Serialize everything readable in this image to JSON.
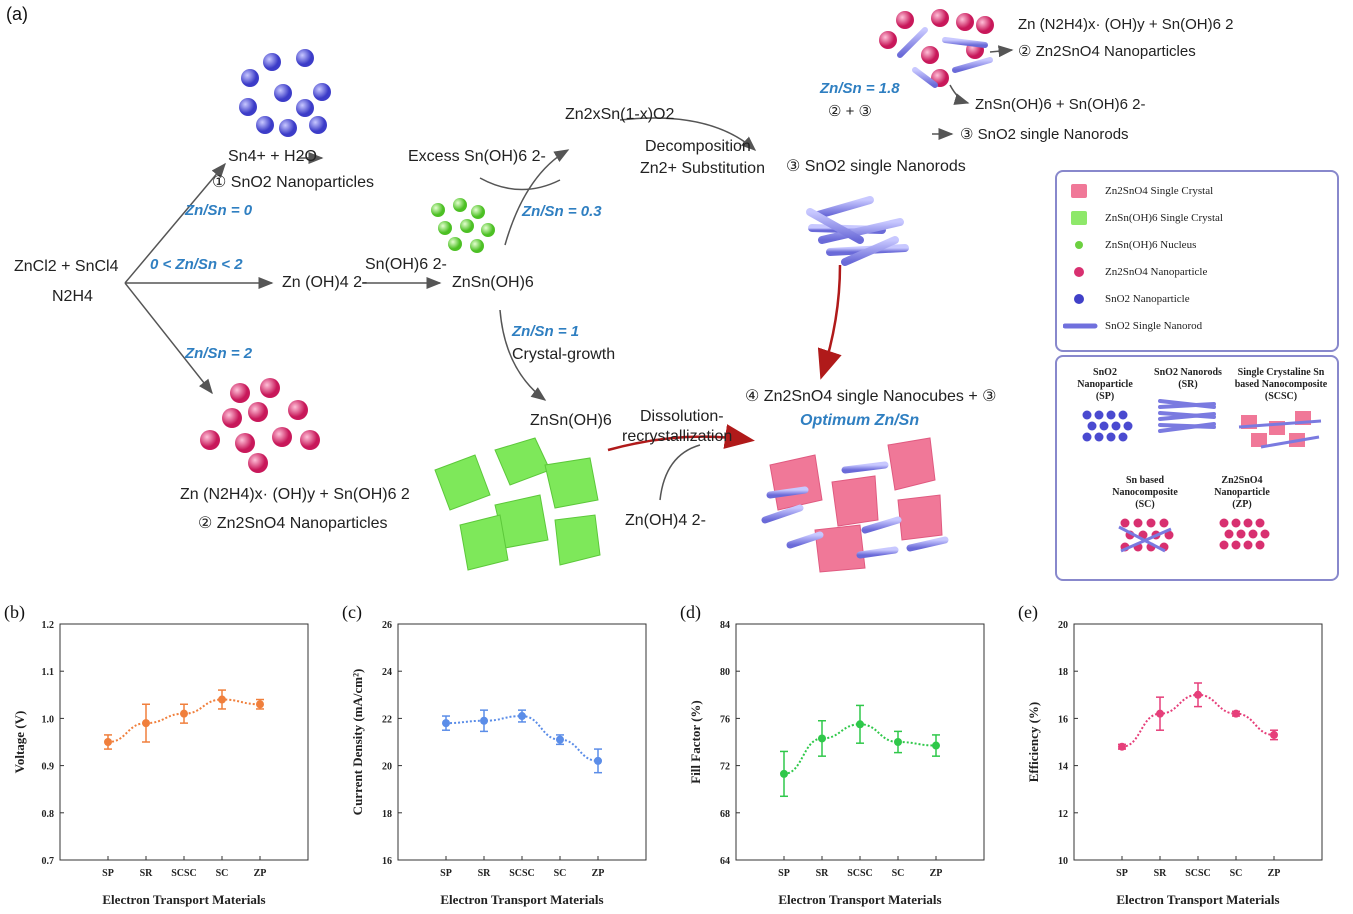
{
  "panel_a": {
    "letter": "(a)",
    "reactants_1": "ZnCl2 + SnCl4",
    "reactants_2": "N2H4",
    "cond_0": "Zn/Sn = 0",
    "cond_mid": "0 < Zn/Sn < 2",
    "cond_2": "Zn/Sn = 2",
    "cond_03": "Zn/Sn = 0.3",
    "cond_1": "Zn/Sn = 1",
    "cond_18": "Zn/Sn = 1.8",
    "sno2_np_eq": "Sn4+ + H2O",
    "sno2_np_label": "① SnO2 Nanoparticles",
    "zn_oh4": "Zn (OH)4 2-",
    "sn_oh6_arrow": "Sn(OH)6 2-",
    "znsnoh6": "ZnSn(OH)6",
    "excess": "Excess Sn(OH)6 2-",
    "zn2x": "Zn2xSn(1-x)O2",
    "decomp_1": "Decomposition",
    "decomp_2": "Zn2+ Substitution",
    "sno2_rods": "③ SnO2 single Nanorods",
    "crystal_growth": "Crystal-growth",
    "znsnoh6_b": "ZnSn(OH)6",
    "dissol_1": "Dissolution-",
    "dissol_2": "recrystallization",
    "zn_oh4_b": "Zn(OH)4 2-",
    "zn_n2h4_left": "Zn (N2H4)x· (OH)y + Sn(OH)6 2",
    "zn2sno4_np_left": "② Zn2SnO4 Nanoparticles",
    "nanocubes": "④ Zn2SnO4 single Nanocubes + ③",
    "optimum": "Optimum Zn/Sn",
    "top_right_1": "Zn (N2H4)x· (OH)y + Sn(OH)6 2",
    "top_right_2": "② Zn2SnO4 Nanoparticles",
    "two_three": "② + ③",
    "znsnoh6_sn": "ZnSn(OH)6 + Sn(OH)6 2-",
    "three_rods": "③ SnO2 single Nanorods"
  },
  "legend": {
    "items": [
      {
        "label": "Zn2SnO4 Single Crystal",
        "icon": "pink-cube-icon"
      },
      {
        "label": "ZnSn(OH)6 Single Crystal",
        "icon": "green-cube-icon"
      },
      {
        "label": "ZnSn(OH)6 Nucleus",
        "icon": "green-dot-icon"
      },
      {
        "label": "Zn2SnO4 Nanoparticle",
        "icon": "pink-dot-icon"
      },
      {
        "label": "SnO2 Nanoparticle",
        "icon": "blue-dot-icon"
      },
      {
        "label": "SnO2 Single Nanorod",
        "icon": "blue-rod-icon"
      }
    ],
    "samples": [
      {
        "name": "SnO2 Nanoparticle",
        "abbr": "(SP)"
      },
      {
        "name": "SnO2 Nanorods",
        "abbr": "(SR)"
      },
      {
        "name": "Single Crystaline Sn based Nanocomposite",
        "abbr": "(SCSC)"
      },
      {
        "name": "Sn based Nanocomposite",
        "abbr": "(SC)"
      },
      {
        "name": "Zn2SnO4 Nanoparticle",
        "abbr": "(ZP)"
      }
    ]
  },
  "chart_data": [
    {
      "letter": "(b)",
      "type": "line",
      "color": "#f07f3c",
      "categories": [
        "SP",
        "SR",
        "SCSC",
        "SC",
        "ZP"
      ],
      "values": [
        0.95,
        0.99,
        1.01,
        1.04,
        1.03
      ],
      "errors": [
        0.015,
        0.04,
        0.02,
        0.02,
        0.01
      ],
      "xlabel": "Electron Transport Materials",
      "ylabel": "Voltage (V)",
      "ylim": [
        0.7,
        1.2
      ],
      "yticks": [
        "0.7",
        "0.8",
        "0.9",
        "1.0",
        "1.1",
        "1.2"
      ]
    },
    {
      "letter": "(c)",
      "type": "line",
      "color": "#5b8de8",
      "categories": [
        "SP",
        "SR",
        "SCSC",
        "SC",
        "ZP"
      ],
      "values": [
        21.8,
        21.9,
        22.1,
        21.1,
        20.2
      ],
      "errors": [
        0.3,
        0.45,
        0.25,
        0.2,
        0.5
      ],
      "xlabel": "Electron Transport Materials",
      "ylabel": "Current Density (mA/cm²)",
      "ylim": [
        16,
        26
      ],
      "yticks": [
        "16",
        "18",
        "20",
        "22",
        "24",
        "26"
      ]
    },
    {
      "letter": "(d)",
      "type": "line",
      "color": "#2fc84a",
      "categories": [
        "SP",
        "SR",
        "SCSC",
        "SC",
        "ZP"
      ],
      "values": [
        71.3,
        74.3,
        75.5,
        74.0,
        73.7
      ],
      "errors": [
        1.9,
        1.5,
        1.6,
        0.9,
        0.9
      ],
      "xlabel": "Electron Transport Materials",
      "ylabel": "Fill Factor (%)",
      "ylim": [
        64,
        84
      ],
      "yticks": [
        "64",
        "68",
        "72",
        "76",
        "80",
        "84"
      ]
    },
    {
      "letter": "(e)",
      "type": "line",
      "color": "#e63f7a",
      "categories": [
        "SP",
        "SR",
        "SCSC",
        "SC",
        "ZP"
      ],
      "values": [
        14.8,
        16.2,
        17.0,
        16.2,
        15.3
      ],
      "errors": [
        0.1,
        0.7,
        0.5,
        0.1,
        0.2
      ],
      "xlabel": "Electron Transport Materials",
      "ylabel": "Efficiency (%)",
      "ylim": [
        10,
        20
      ],
      "yticks": [
        "10",
        "12",
        "14",
        "16",
        "18",
        "20"
      ]
    }
  ]
}
